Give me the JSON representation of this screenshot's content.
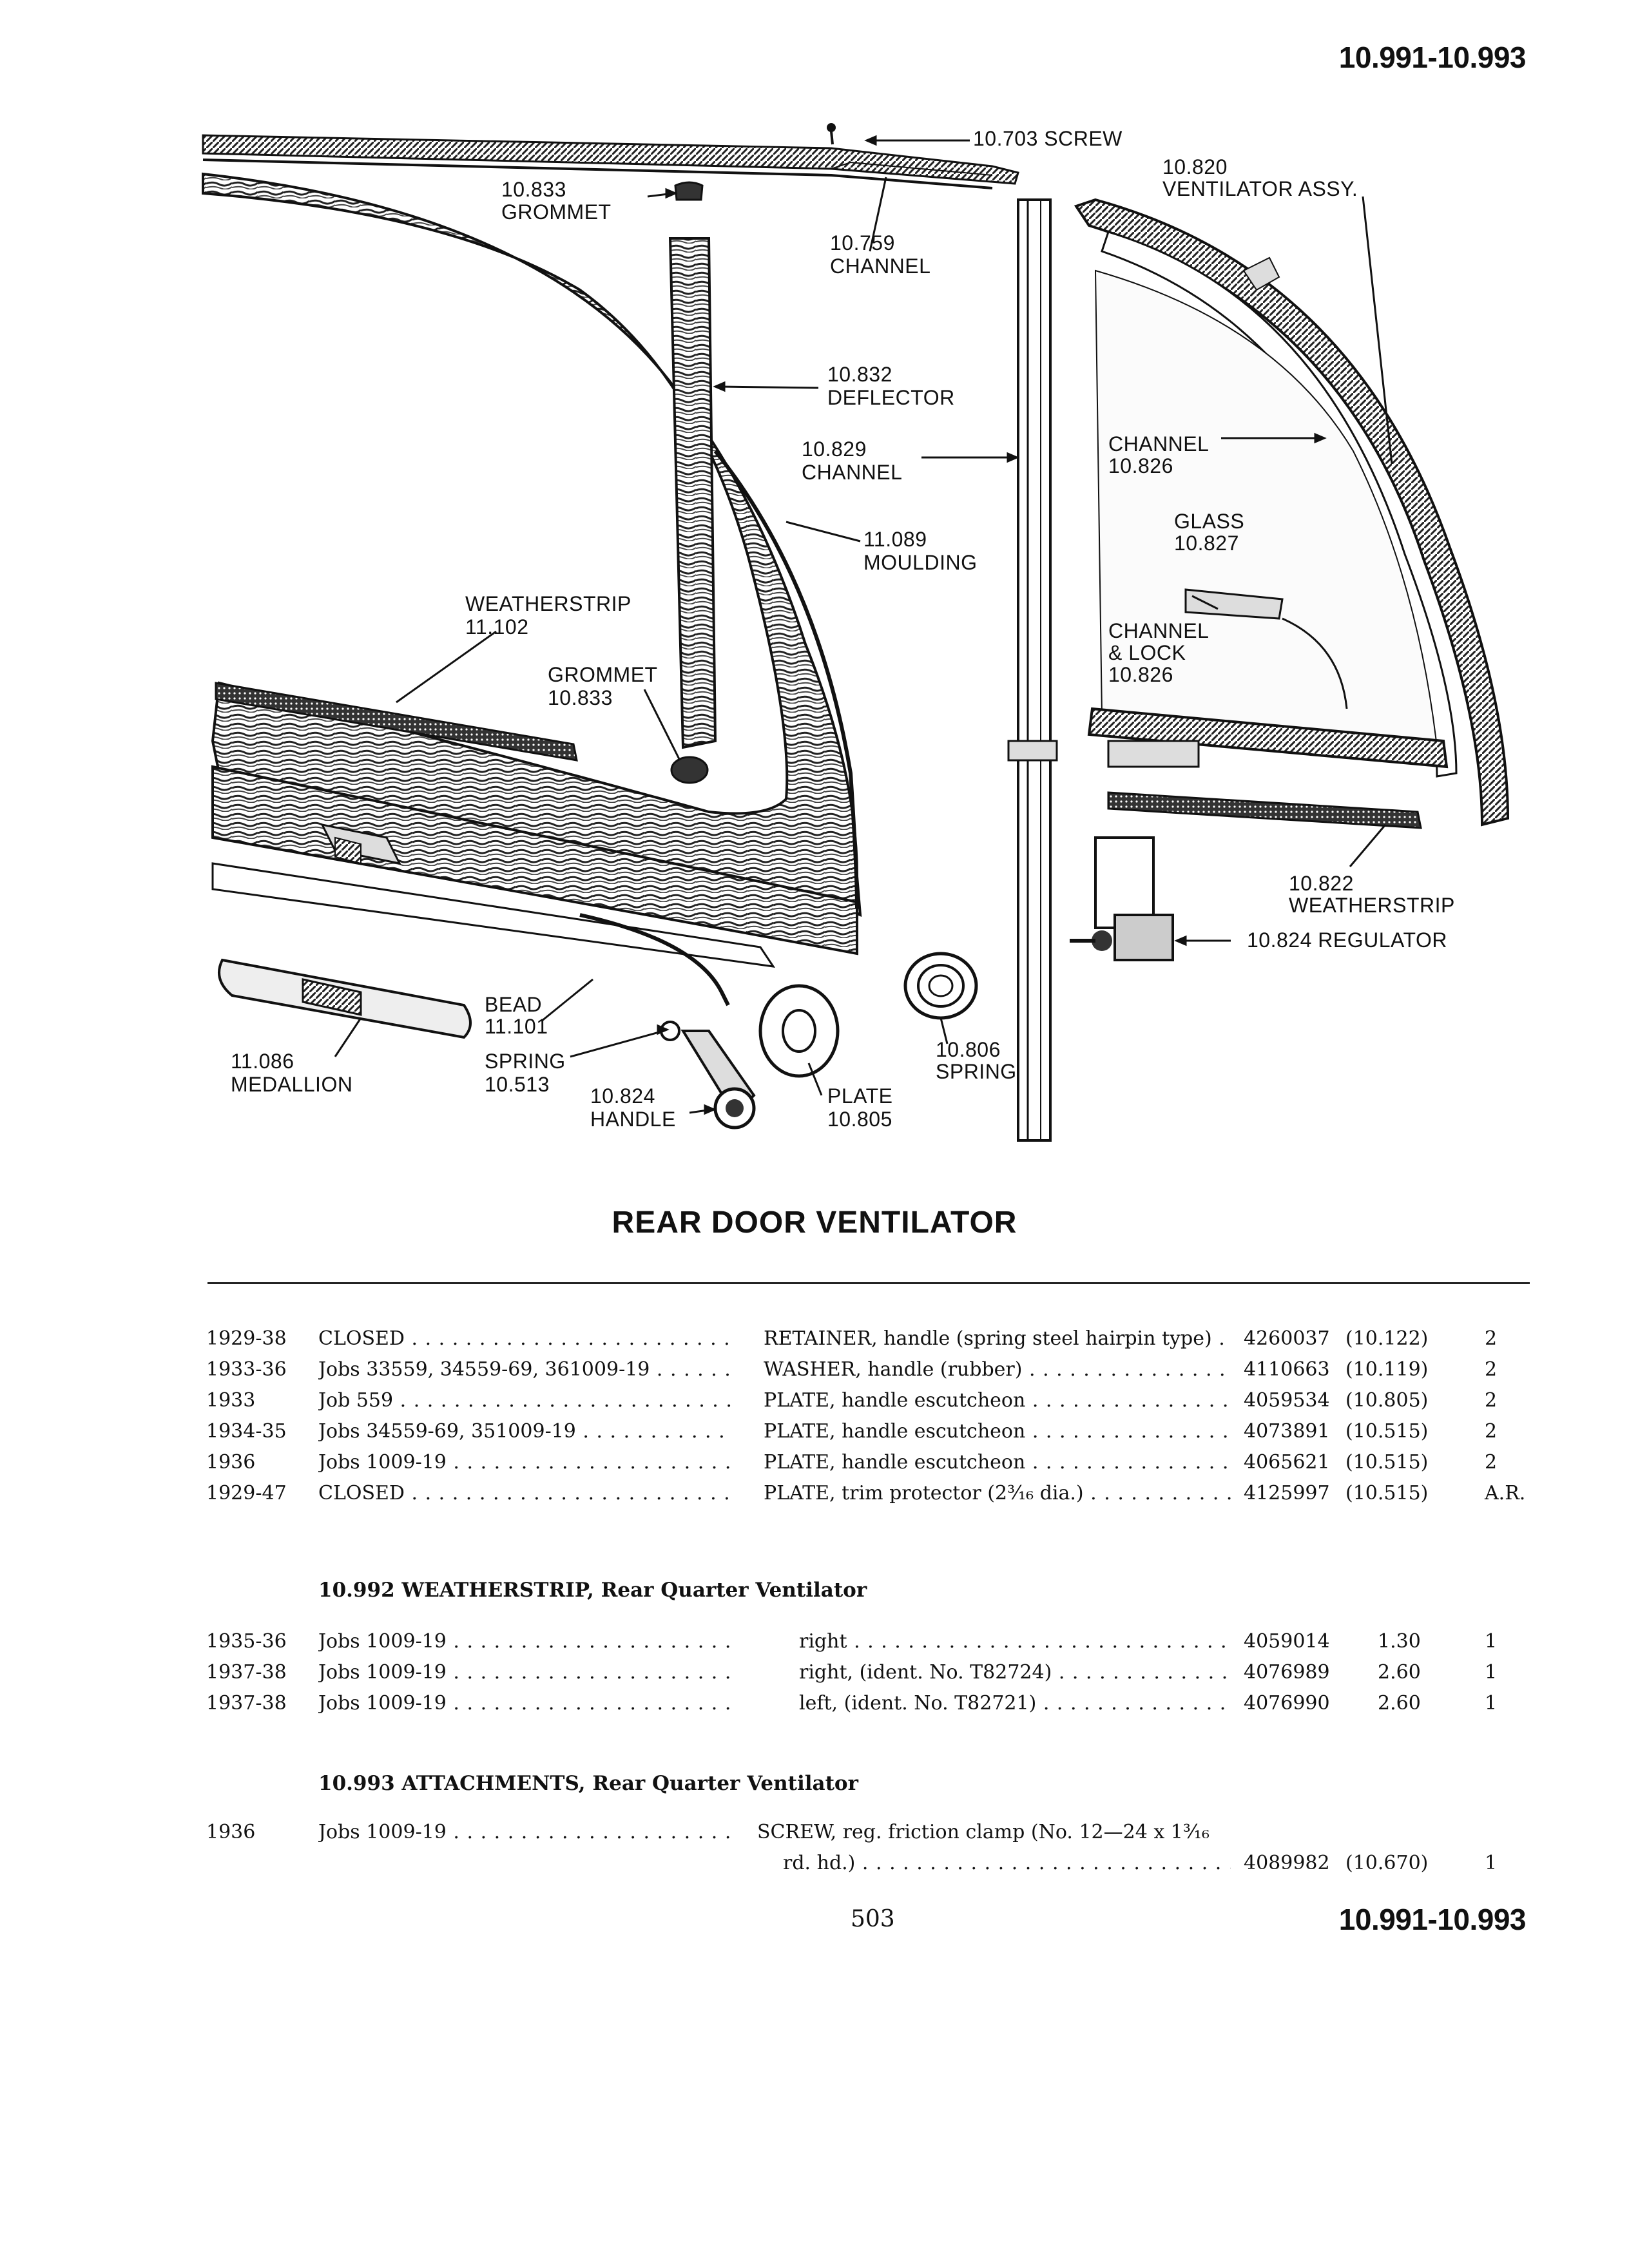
{
  "page_code": "10.991-10.993",
  "diagram_labels": {
    "screw": "10.703 SCREW",
    "grommet_top_num": "10.833",
    "grommet_top": "GROMMET",
    "channel_759_num": "10.759",
    "channel_759": "CHANNEL",
    "deflector_num": "10.832",
    "deflector": "DEFLECTOR",
    "channel_829_num": "10.829",
    "channel_829": "CHANNEL",
    "moulding_num": "11.089",
    "moulding": "MOULDING",
    "weatherstrip_left": "WEATHERSTRIP",
    "weatherstrip_left_num": "11.102",
    "grommet_mid": "GROMMET",
    "grommet_mid_num": "10.833",
    "ventilator_num": "10.820",
    "ventilator": "VENTILATOR ASSY.",
    "channel_826": "CHANNEL",
    "channel_826_num": "10.826",
    "glass": "GLASS",
    "glass_num": "10.827",
    "channel_lock_1": "CHANNEL",
    "channel_lock_2": "& LOCK",
    "channel_lock_num": "10.826",
    "weatherstrip_right_num": "10.822",
    "weatherstrip_right": "WEATHERSTRIP",
    "regulator": "10.824 REGULATOR",
    "bead": "BEAD",
    "bead_num": "11.101",
    "medallion_num": "11.086",
    "medallion": "MEDALLION",
    "spring_513": "SPRING",
    "spring_513_num": "10.513",
    "handle_num": "10.824",
    "handle": "HANDLE",
    "plate": "PLATE",
    "plate_num": "10.805",
    "spring_806_num": "10.806",
    "spring_806": "SPRING"
  },
  "section_title": "REAR DOOR VENTILATOR",
  "rows_top": [
    {
      "year": "1929-38",
      "jobs": "CLOSED",
      "desc": "RETAINER, handle (spring steel hairpin type)",
      "part": "4260037",
      "ref": "(10.122)",
      "qty": "2"
    },
    {
      "year": "1933-36",
      "jobs": "Jobs 33559, 34559-69, 361009-19",
      "desc": "WASHER, handle (rubber)",
      "part": "4110663",
      "ref": "(10.119)",
      "qty": "2"
    },
    {
      "year": "1933",
      "jobs": "Job 559",
      "desc": "PLATE, handle escutcheon",
      "part": "4059534",
      "ref": "(10.805)",
      "qty": "2"
    },
    {
      "year": "1934-35",
      "jobs": "Jobs 34559-69, 351009-19",
      "desc": "PLATE, handle escutcheon",
      "part": "4073891",
      "ref": "(10.515)",
      "qty": "2"
    },
    {
      "year": "1936",
      "jobs": "Jobs 1009-19",
      "desc": "PLATE, handle escutcheon",
      "part": "4065621",
      "ref": "(10.515)",
      "qty": "2"
    },
    {
      "year": "1929-47",
      "jobs": "CLOSED",
      "desc": "PLATE, trim protector (2³⁄₁₆ dia.)",
      "part": "4125997",
      "ref": "(10.515)",
      "qty": "A.R."
    }
  ],
  "section_992": "10.992  WEATHERSTRIP, Rear Quarter Ventilator",
  "rows_992": [
    {
      "year": "1935-36",
      "jobs": "Jobs 1009-19",
      "desc": "right",
      "part": "4059014",
      "ref": "1.30",
      "qty": "1"
    },
    {
      "year": "1937-38",
      "jobs": "Jobs 1009-19",
      "desc": "right, (ident. No. T82724)",
      "part": "4076989",
      "ref": "2.60",
      "qty": "1"
    },
    {
      "year": "1937-38",
      "jobs": "Jobs 1009-19",
      "desc": "left, (ident. No. T82721)",
      "part": "4076990",
      "ref": "2.60",
      "qty": "1"
    }
  ],
  "section_993": "10.993  ATTACHMENTS, Rear Quarter Ventilator",
  "rows_993": [
    {
      "year": "1936",
      "jobs": "Jobs 1009-19",
      "desc": "SCREW, reg. friction clamp (No. 12—24 x 1³⁄₁₆",
      "desc2": "rd. hd.)",
      "part": "4089982",
      "ref": "(10.670)",
      "qty": "1"
    }
  ],
  "page_number": "503"
}
